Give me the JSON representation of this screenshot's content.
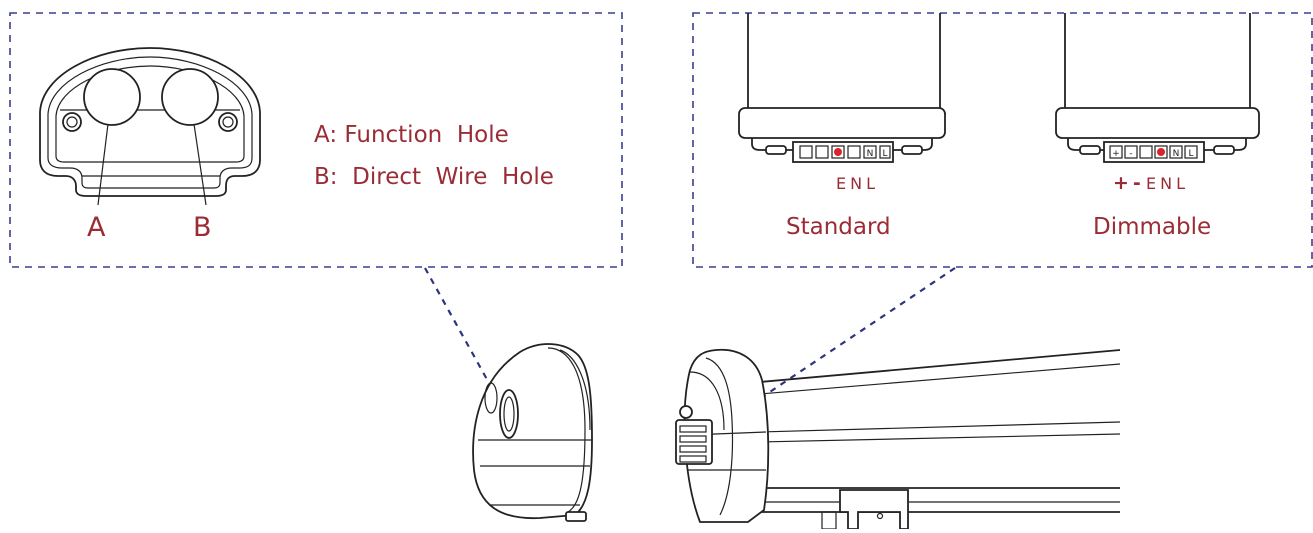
{
  "end_cap_view": {
    "hole_a_letter": "A",
    "hole_b_letter": "B",
    "legend_a": "A: Function  Hole",
    "legend_b": "B:  Direct  Wire  Hole"
  },
  "terminal_view": {
    "standard": {
      "caption": "Standard",
      "terminal_marks": "ENL",
      "block_letters": [
        "N",
        "L"
      ]
    },
    "dimmable": {
      "caption": "Dimmable",
      "polarity_marks": "+-",
      "terminal_marks": "ENL",
      "block_letters": [
        "+",
        "-",
        "N",
        "L"
      ]
    }
  },
  "colors": {
    "label": "#9a2c36",
    "line": "#222222",
    "dash": "#3a3f8f",
    "terminal_dot": "#d9232e"
  }
}
